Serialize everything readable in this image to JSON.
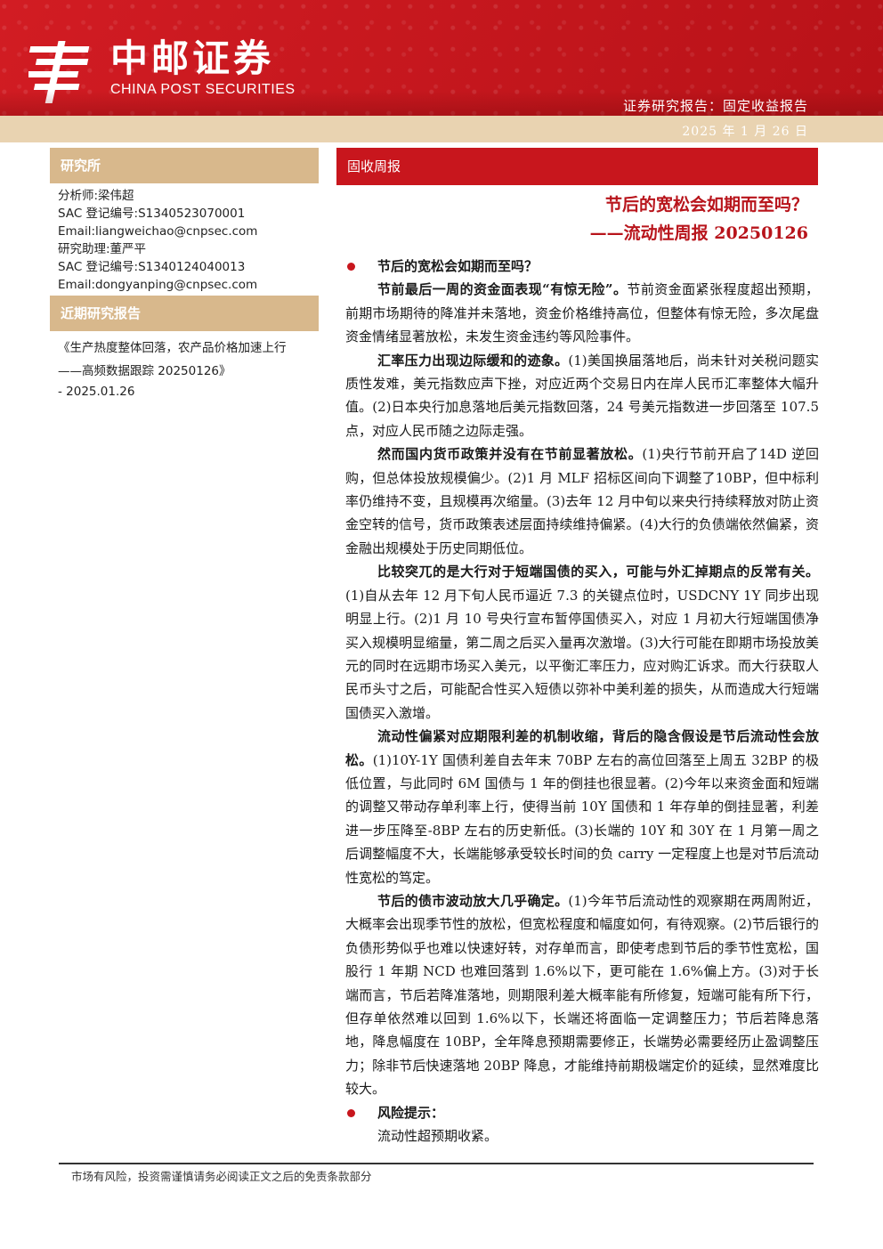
{
  "header": {
    "logo_cn": "中邮证券",
    "logo_en": "CHINA POST SECURITIES",
    "report_type": "证券研究报告：固定收益报告",
    "date": "2025 年 1 月 26 日"
  },
  "sidebar": {
    "institute_label": "研究所",
    "analyst": "分析师:梁伟超",
    "analyst_sac": "SAC 登记编号:S1340523070001",
    "analyst_email": "Email:liangweichao@cnpsec.com",
    "assistant": "研究助理:董严平",
    "assistant_sac": "SAC 登记编号:S1340124040013",
    "assistant_email": "Email:dongyanping@cnpsec.com",
    "recent_label": "近期研究报告",
    "recent_title": "《生产热度整体回落，农产品价格加速上行——高频数据跟踪 20250126》",
    "recent_date": "- 2025.01.26"
  },
  "category": "固收周报",
  "title": {
    "line1": "节后的宽松会如期而至吗？",
    "line2": "——流动性周报 20250126"
  },
  "body": {
    "heading1": "节后的宽松会如期而至吗？",
    "p1_bold": "节前最后一周的资金面表现“有惊无险”。",
    "p1": "节前资金面紧张程度超出预期，前期市场期待的降准并未落地，资金价格维持高位，但整体有惊无险，多次尾盘资金情绪显著放松，未发生资金违约等风险事件。",
    "p2_bold": "汇率压力出现边际缓和的迹象。",
    "p2": "(1)美国换届落地后，尚未针对关税问题实质性发难，美元指数应声下挫，对应近两个交易日内在岸人民币汇率整体大幅升值。(2)日本央行加息落地后美元指数回落，24 号美元指数进一步回落至 107.5 点，对应人民币随之边际走强。",
    "p3_bold": "然而国内货币政策并没有在节前显著放松。",
    "p3": "(1)央行节前开启了14D 逆回购，但总体投放规模偏少。(2)1 月 MLF 招标区间向下调整了10BP，但中标利率仍维持不变，且规模再次缩量。(3)去年 12 月中旬以来央行持续释放对防止资金空转的信号，货币政策表述层面持续维持偏紧。(4)大行的负债端依然偏紧，资金融出规模处于历史同期低位。",
    "p4_bold": "比较突兀的是大行对于短端国债的买入，可能与外汇掉期点的反常有关。",
    "p4": "(1)自从去年 12 月下旬人民币逼近 7.3 的关键点位时，USDCNY 1Y 同步出现明显上行。(2)1 月 10 号央行宣布暂停国债买入，对应 1 月初大行短端国债净买入规模明显缩量，第二周之后买入量再次激增。(3)大行可能在即期市场投放美元的同时在远期市场买入美元，以平衡汇率压力，应对购汇诉求。而大行获取人民币头寸之后，可能配合性买入短债以弥补中美利差的损失，从而造成大行短端国债买入激增。",
    "p5_bold": "流动性偏紧对应期限利差的机制收缩，背后的隐含假设是节后流动性会放松。",
    "p5": "(1)10Y-1Y 国债利差自去年末 70BP 左右的高位回落至上周五 32BP 的极低位置，与此同时 6M 国债与 1 年的倒挂也很显著。(2)今年以来资金面和短端的调整又带动存单利率上行，使得当前 10Y 国债和 1 年存单的倒挂显著，利差进一步压降至-8BP 左右的历史新低。(3)长端的 10Y 和 30Y 在 1 月第一周之后调整幅度不大，长端能够承受较长时间的负 carry 一定程度上也是对节后流动性宽松的笃定。",
    "p6_bold": "节后的债市波动放大几乎确定。",
    "p6": "(1)今年节后流动性的观察期在两周附近，大概率会出现季节性的放松，但宽松程度和幅度如何，有待观察。(2)节后银行的负债形势似乎也难以快速好转，对存单而言，即使考虑到节后的季节性宽松，国股行 1 年期 NCD 也难回落到 1.6%以下，更可能在 1.6%偏上方。(3)对于长端而言，节后若降准落地，则期限利差大概率能有所修复，短端可能有所下行，但存单依然难以回到 1.6%以下，长端还将面临一定调整压力；节后若降息落地，降息幅度在 10BP，全年降息预期需要修正，长端势必需要经历止盈调整压力；除非节后快速落地 20BP 降息，才能维持前期极端定价的延续，显然难度比较大。",
    "heading2": "风险提示：",
    "risk": "流动性超预期收紧。"
  },
  "footer": "市场有风险，投资需谨慎请务必阅读正文之后的免责条款部分"
}
